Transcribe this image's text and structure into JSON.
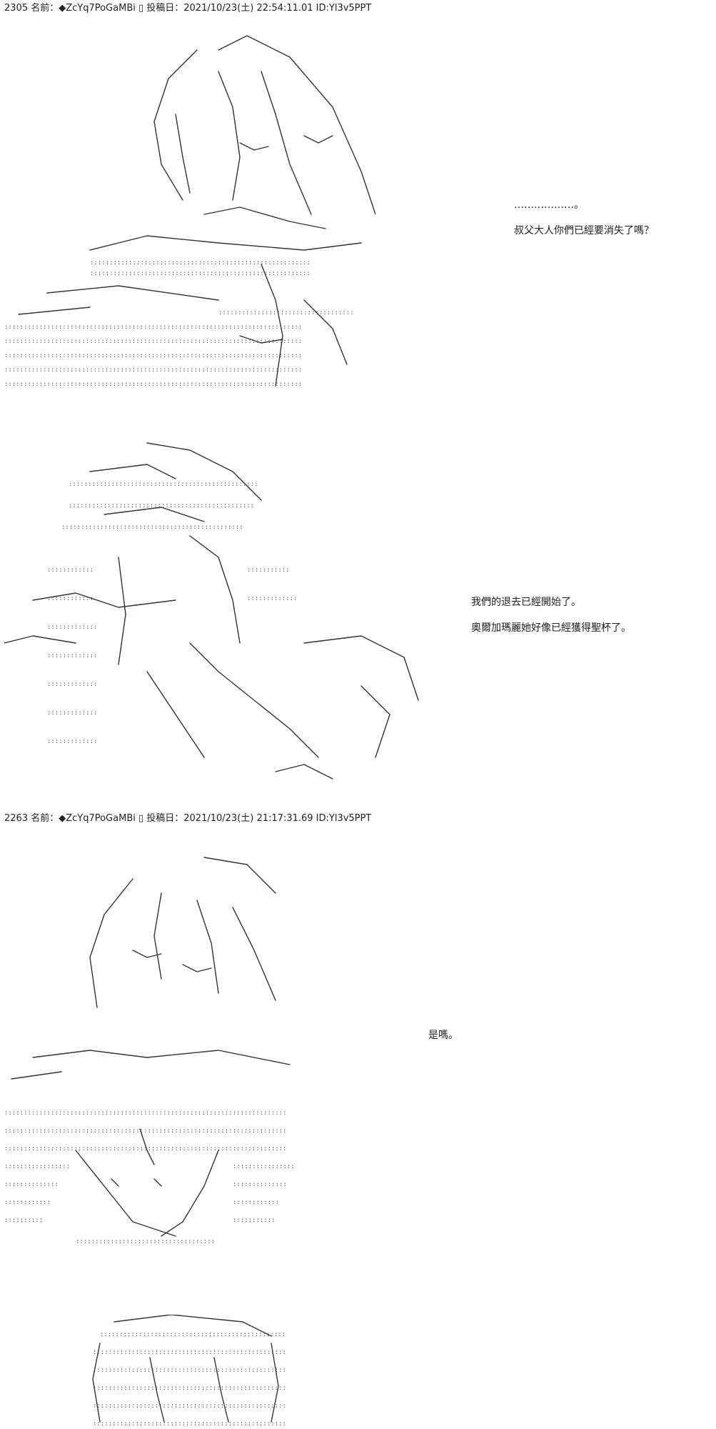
{
  "posts": [
    {
      "header": "2305 名前：◆ZcYq7PoGaMBi ▯ 投稿日：2021/10/23(土) 22:54:11.01 ID:Yl3v5PPT",
      "panels": [
        {
          "lines": [
            "………………。",
            "叔父大人你們已經要消失了嗎？"
          ]
        },
        {
          "lines": [
            "我們的退去已經開始了。",
            "奧爾加瑪麗她好像已經獲得聖杯了。"
          ]
        }
      ]
    },
    {
      "header": "2263 名前：◆ZcYq7PoGaMBi ▯ 投稿日：2021/10/23(土) 21:17:31.69 ID:Yl3v5PPT",
      "panels": [
        {
          "lines": [
            "是嗎。"
          ]
        }
      ]
    }
  ]
}
